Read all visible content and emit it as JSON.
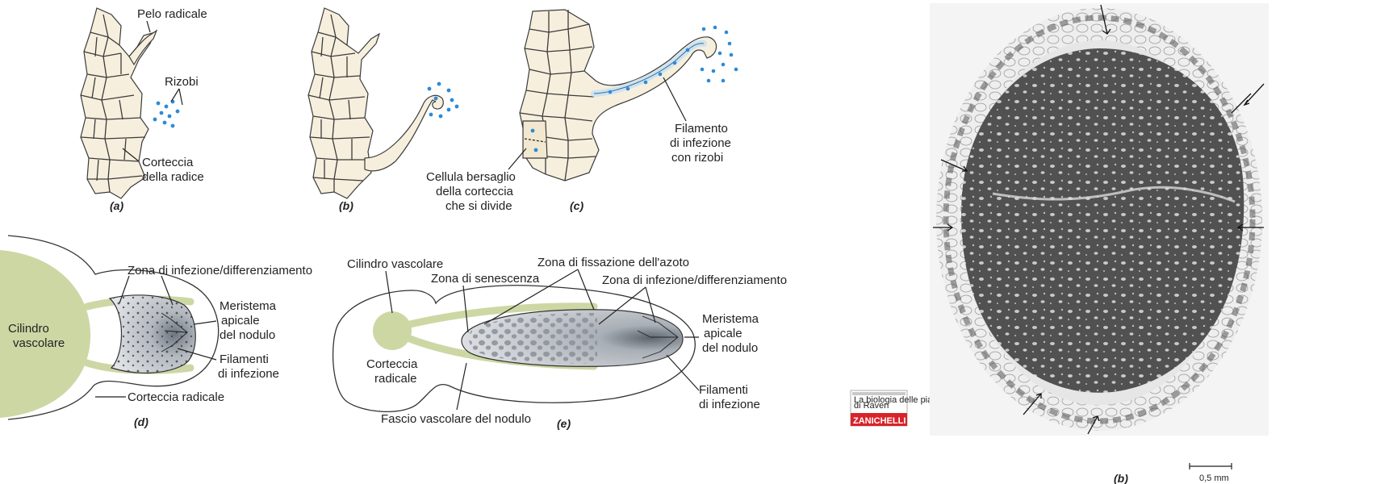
{
  "diagrams": {
    "a": {
      "panel": "(a)",
      "pelo_radicale": "Pelo radicale",
      "rizobi": "Rizobi",
      "corteccia_1": "Corteccia",
      "corteccia_2": "della radice"
    },
    "b": {
      "panel": "(b)"
    },
    "c": {
      "panel": "(c)",
      "cellula_1": "Cellula bersaglio",
      "cellula_2": "della corteccia",
      "cellula_3": "che si divide",
      "filamento_1": "Filamento",
      "filamento_2": "di infezione",
      "filamento_3": "con rizobi"
    },
    "d": {
      "panel": "(d)",
      "cilindro_1": "Cilindro",
      "cilindro_2": "vascolare",
      "zona": "Zona di infezione/differenziamento",
      "meristema_1": "Meristema",
      "meristema_2": "apicale",
      "meristema_3": "del nodulo",
      "filamenti_1": "Filamenti",
      "filamenti_2": "di infezione",
      "corteccia": "Corteccia radicale"
    },
    "e": {
      "panel": "(e)",
      "cilindro": "Cilindro vascolare",
      "fissazione": "Zona di fissazione dell'azoto",
      "senescenza": "Zona di senescenza",
      "infezione": "Zona di infezione/differenziamento",
      "meristema_1": "Meristema",
      "meristema_2": "apicale",
      "meristema_3": "del nodulo",
      "corteccia_1": "Corteccia",
      "corteccia_2": "radicale",
      "filamenti_1": "Filamenti",
      "filamenti_2": "di infezione",
      "fascio": "Fascio vascolare del nodulo"
    }
  },
  "book_cover": {
    "line1": "La biologia delle piante",
    "line2": "di Raven",
    "publisher": "ZANICHELLI"
  },
  "micrograph": {
    "panel": "(b)",
    "scale": "0,5 mm"
  },
  "colors": {
    "cell_fill": "#f6efdd",
    "rhizobia": "#2e8ad6",
    "vascular_green": "#cdd7a4",
    "nodule_gray": "#b7bcc3",
    "publisher_red": "#d8232a"
  }
}
